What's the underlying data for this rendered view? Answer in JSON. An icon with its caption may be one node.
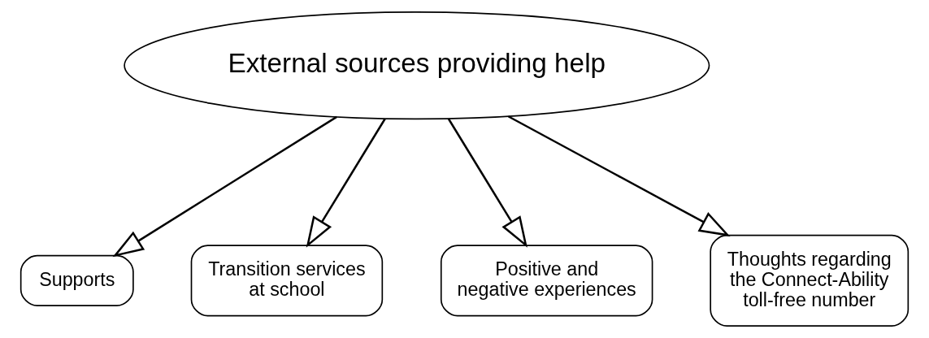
{
  "diagram": {
    "nodes": [
      {
        "text": [
          "External sources providing help"
        ]
      },
      {
        "text": [
          "Supports"
        ]
      },
      {
        "text": [
          "Transition services at school"
        ]
      },
      {
        "text": [
          "Positive and negative experiences"
        ]
      },
      {
        "text": [
          "Thoughts regarding the Connect-Ability toll-free number"
        ]
      }
    ],
    "edges": [
      {
        "from": 0,
        "to": 1,
        "arrow": "to"
      },
      {
        "from": 0,
        "to": 2,
        "arrow": "to"
      },
      {
        "from": 0,
        "to": 3,
        "arrow": "to"
      },
      {
        "from": 0,
        "to": 4,
        "arrow": "to"
      }
    ]
  }
}
